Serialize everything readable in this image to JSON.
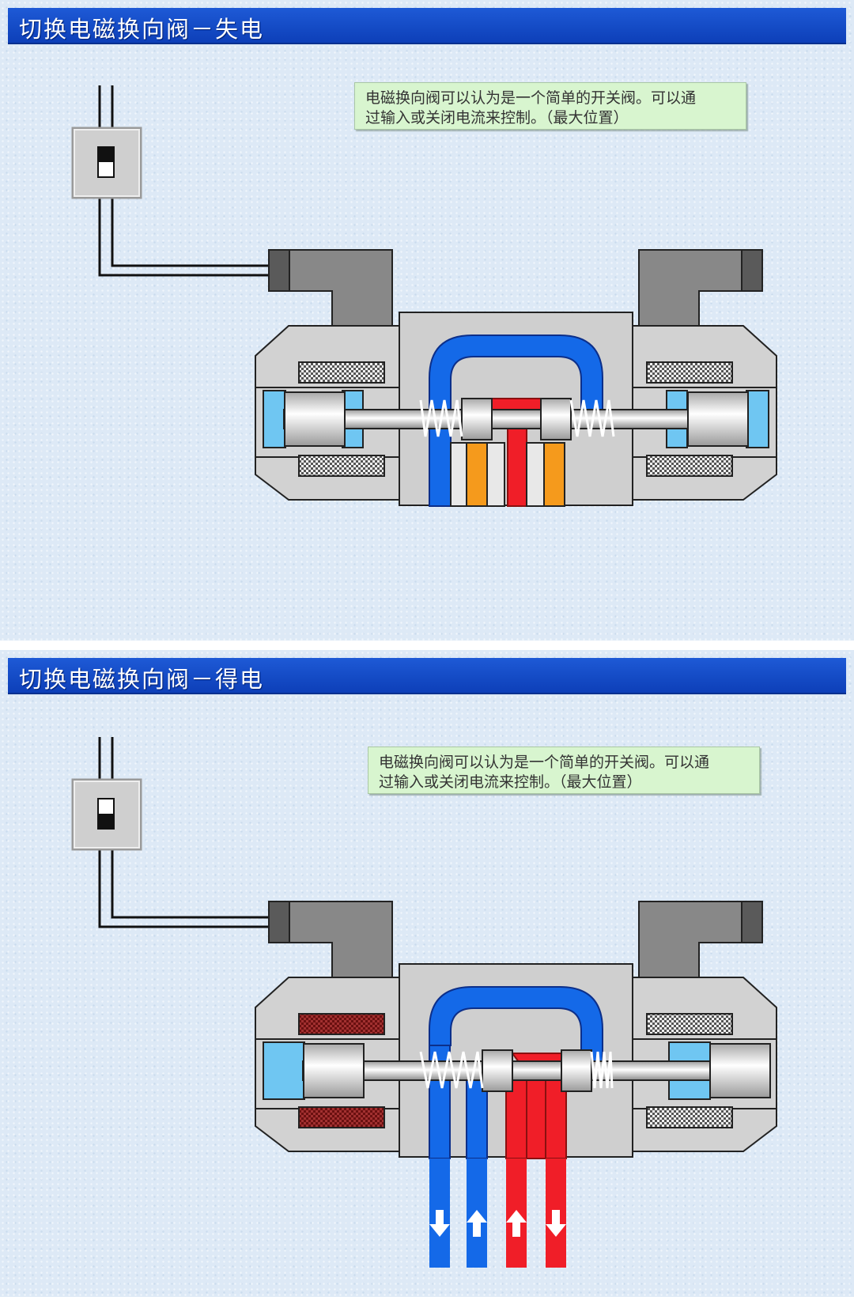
{
  "colors": {
    "title_bar": "#1a4fd0",
    "pressure_line": "#f01e28",
    "return_line": "#1469e8",
    "spool_land": "#f59a1c",
    "coil_idle": "#555555",
    "coil_energized": "#7a1616",
    "armature_gap": "#6fc6f2",
    "note_background": "#d8f5cf"
  },
  "panels": [
    {
      "title": "切换电磁换向阀－失电",
      "note_line1": "电磁换向阀可以认为是一个简单的开关阀。可以通",
      "note_line2": "过输入或关闭电流来控制。（最大位置）",
      "switch_state": "off",
      "solenoid_state": "de-energized"
    },
    {
      "title": "切换电磁换向阀－得电",
      "note_line1": "电磁换向阀可以认为是一个简单的开关阀。可以通",
      "note_line2": "过输入或关闭电流来控制。（最大位置）",
      "switch_state": "on",
      "solenoid_state": "energized",
      "flow_arrows": [
        "down-arrow-icon",
        "up-arrow-icon",
        "up-arrow-icon",
        "down-arrow-icon"
      ]
    }
  ]
}
